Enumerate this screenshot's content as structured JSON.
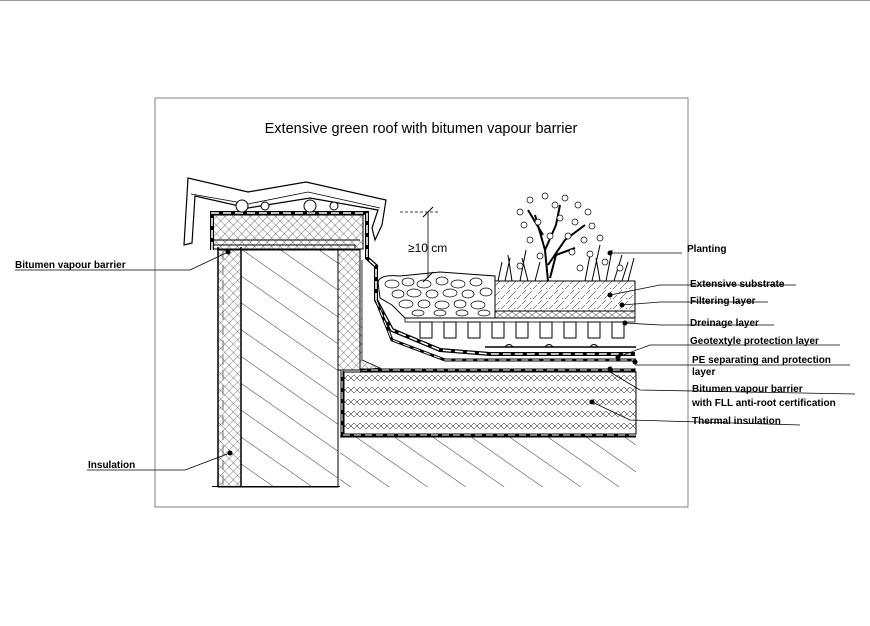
{
  "title": "Extensive green roof with bitumen vapour barrier",
  "dimension": "≥10 cm",
  "labels": {
    "planting": "Planting",
    "extensive_substrate": "Extensive substrate",
    "filtering_layer": "Filtering layer",
    "drainage_layer": "Dreinage layer",
    "geotextyle": "Geotextyle protection layer",
    "pe_line1": "PE separating and protection",
    "pe_line2": "layer",
    "bitumen_fll_line1": "Bitumen vapour barrier",
    "bitumen_fll_line2": "with FLL anti-root certification",
    "thermal_insulation": "Thermal insulation",
    "bitumen_left": "Bitumen vapour barrier",
    "insulation": "Insulation"
  },
  "colors": {
    "line": "#000000",
    "hatch": "#555555",
    "frame": "#808080"
  }
}
